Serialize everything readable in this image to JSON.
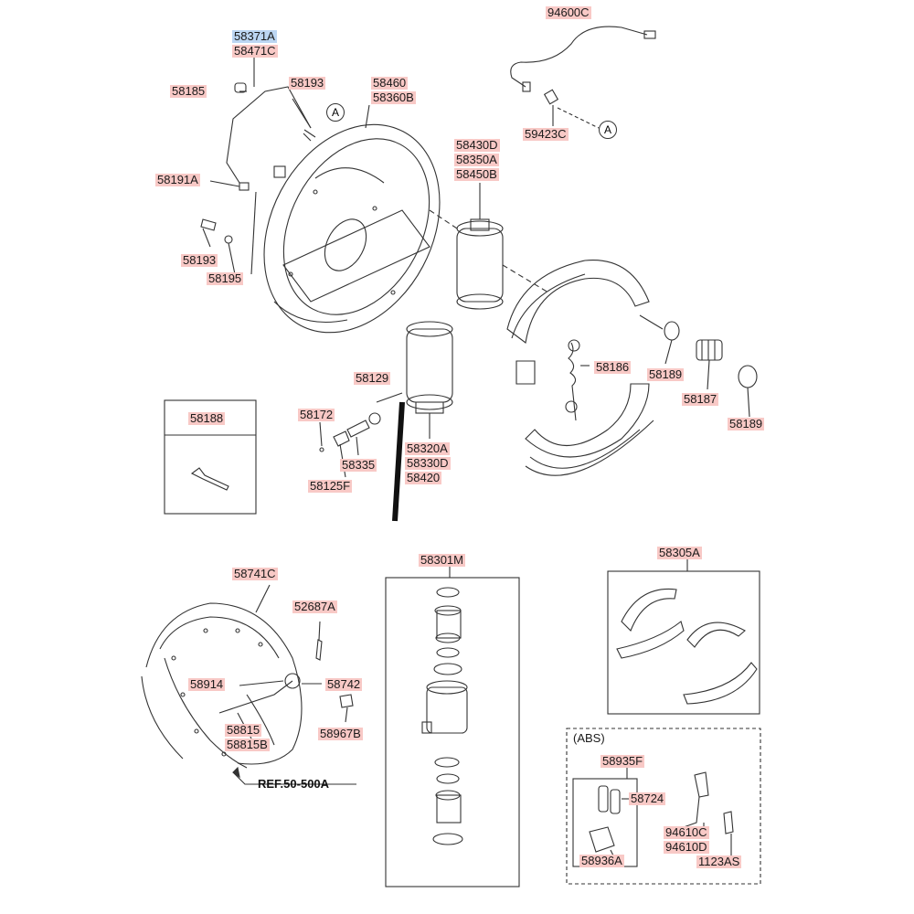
{
  "labels": {
    "p58371A": "58371A",
    "p58471C": "58471C",
    "p94600C": "94600C",
    "p58185": "58185",
    "p58193_top": "58193",
    "p58460": "58460",
    "p58360B": "58360B",
    "p59423C": "59423C",
    "p58430D": "58430D",
    "p58350A": "58350A",
    "p58450B": "58450B",
    "p58191A": "58191A",
    "p58193_mid": "58193",
    "p58195": "58195",
    "p58186": "58186",
    "p58189_a": "58189",
    "p58187": "58187",
    "p58189_b": "58189",
    "p58129": "58129",
    "p58188": "58188",
    "p58172": "58172",
    "p58320A": "58320A",
    "p58330D": "58330D",
    "p58420": "58420",
    "p58335": "58335",
    "p58125F": "58125F",
    "p58741C": "58741C",
    "p52687A": "52687A",
    "p58914": "58914",
    "p58742": "58742",
    "p58815": "58815",
    "p58815B": "58815B",
    "p58967B": "58967B",
    "p58301M": "58301M",
    "p58305A": "58305A",
    "p58935F": "58935F",
    "p58724": "58724",
    "p58936A": "58936A",
    "p94610C": "94610C",
    "p94610D": "94610D",
    "p1123AS": "1123AS"
  },
  "markers": {
    "a1": "A",
    "a2": "A"
  },
  "abs_title": "(ABS)",
  "ref_text": "REF.50-500A",
  "colors": {
    "label_bg": "#f8c9c6",
    "selected_bg": "#bcd6f2",
    "line": "#333333"
  }
}
